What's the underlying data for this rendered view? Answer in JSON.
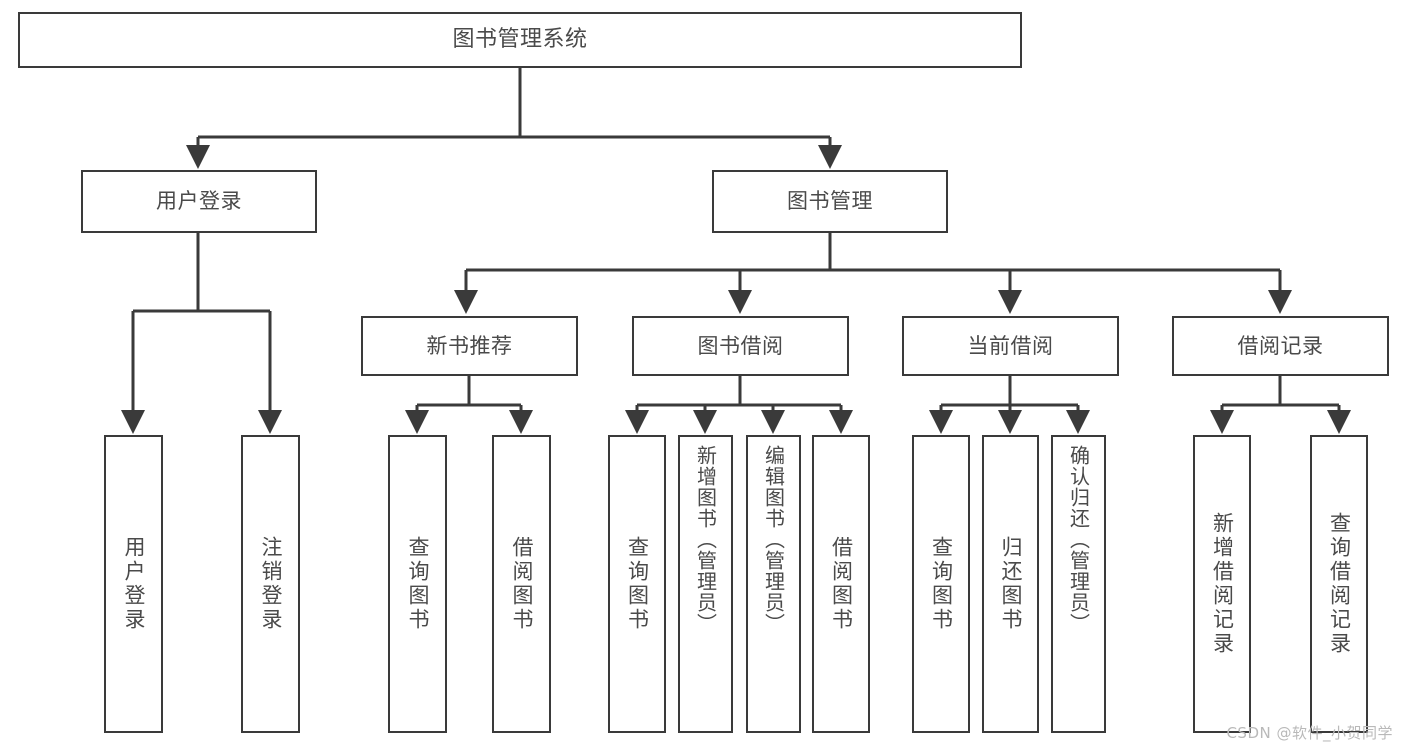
{
  "diagram": {
    "title": "图书管理系统",
    "type": "function-structure-tree",
    "colors": {
      "box_border": "#3a3a3a",
      "box_fill": "#ffffff",
      "text": "#4a4a4a",
      "connector": "#3a3a3a",
      "watermark": "#b9b9b9",
      "background": "#ffffff"
    },
    "watermark": "CSDN @软件_小贺同学",
    "nodes": {
      "root": {
        "label": "图书管理系统"
      },
      "level2": [
        {
          "label": "用户登录"
        },
        {
          "label": "图书管理"
        }
      ],
      "level3": [
        {
          "label": "新书推荐"
        },
        {
          "label": "图书借阅"
        },
        {
          "label": "当前借阅"
        },
        {
          "label": "借阅记录"
        }
      ],
      "leaves": {
        "user_login": [
          {
            "label": "用户登录"
          },
          {
            "label": "注销登录"
          }
        ],
        "new_book_recommend": [
          {
            "label": "查询图书"
          },
          {
            "label": "借阅图书"
          }
        ],
        "book_borrow": [
          {
            "label": "查询图书"
          },
          {
            "label": "新增图书（管理员）"
          },
          {
            "label": "编辑图书（管理员）"
          },
          {
            "label": "借阅图书"
          }
        ],
        "current_borrow": [
          {
            "label": "查询图书"
          },
          {
            "label": "归还图书"
          },
          {
            "label": "确认归还（管理员）"
          }
        ],
        "borrow_record": [
          {
            "label": "新增借阅记录"
          },
          {
            "label": "查询借阅记录"
          }
        ]
      }
    }
  }
}
